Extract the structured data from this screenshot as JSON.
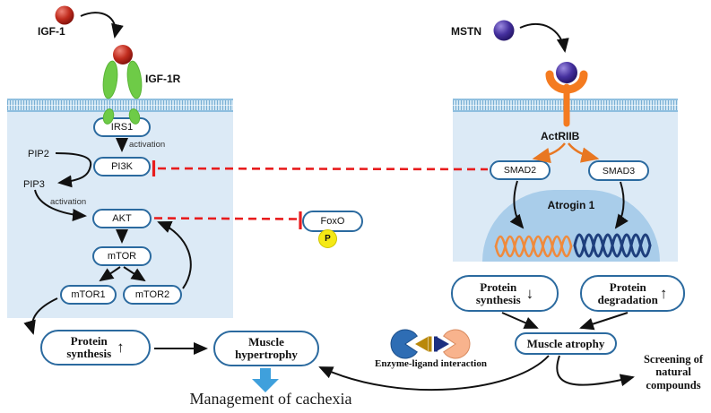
{
  "figure": {
    "type": "signaling-pathway-diagram",
    "topic": "IGF-1 and MSTN pathways in muscle"
  },
  "labels": {
    "igf1": "IGF-1",
    "igf1r": "IGF-1R",
    "mstn": "MSTN",
    "actriib": "ActRIIB",
    "pip2": "PIP2",
    "pip3": "PIP3",
    "activation1": "activation",
    "activation2": "activation",
    "atrogin": "Atrogin 1",
    "phospho": "P",
    "enzyme_ligand": "Enzyme-ligand  interaction",
    "screening_l1": "Screening of",
    "screening_l2": "natural",
    "screening_l3": "compounds",
    "management": "Management of cachexia"
  },
  "nodes": {
    "irs1": "IRS1",
    "pi3k": "PI3K",
    "akt": "AKT",
    "mtor": "mTOR",
    "mtor1": "mTOR1",
    "mtor2": "mTOR2",
    "foxo": "FoxO",
    "smad2": "SMAD2",
    "smad3": "SMAD3",
    "protein_synthesis_up": {
      "line1": "Protein",
      "line2": "synthesis",
      "arrow": "↑"
    },
    "muscle_hypertrophy": {
      "line1": "Muscle",
      "line2": "hypertrophy"
    },
    "protein_synthesis_down": {
      "line1": "Protein",
      "line2": "synthesis",
      "arrow": "↓"
    },
    "protein_degradation": {
      "line1": "Protein",
      "line2": "degradation",
      "arrow": "↑"
    },
    "muscle_atrophy": "Muscle atrophy"
  },
  "colors": {
    "box_border": "#2b6a9f",
    "panel_blue": "#dceaf6",
    "nucleus_blue": "#a9cdea",
    "inhibition_red": "#e81c1d",
    "receptor_green": "#6ecb47",
    "receptor_orange": "#f47b20",
    "ligand_red_sphere": "#9b1310",
    "ligand_purple_sphere": "#32208c",
    "dna_orange": "#ef8a3d",
    "dna_navy": "#1e3f7d",
    "big_blue_arrow": "#3fa0dc",
    "phospho_yellow": "#f5e915",
    "pacman_blue": "#2e6db4",
    "pacman_peach": "#f8b38d",
    "ligand_arrow_gold": "#b9880b",
    "ligand_arrow_navy": "#1c2f80"
  }
}
